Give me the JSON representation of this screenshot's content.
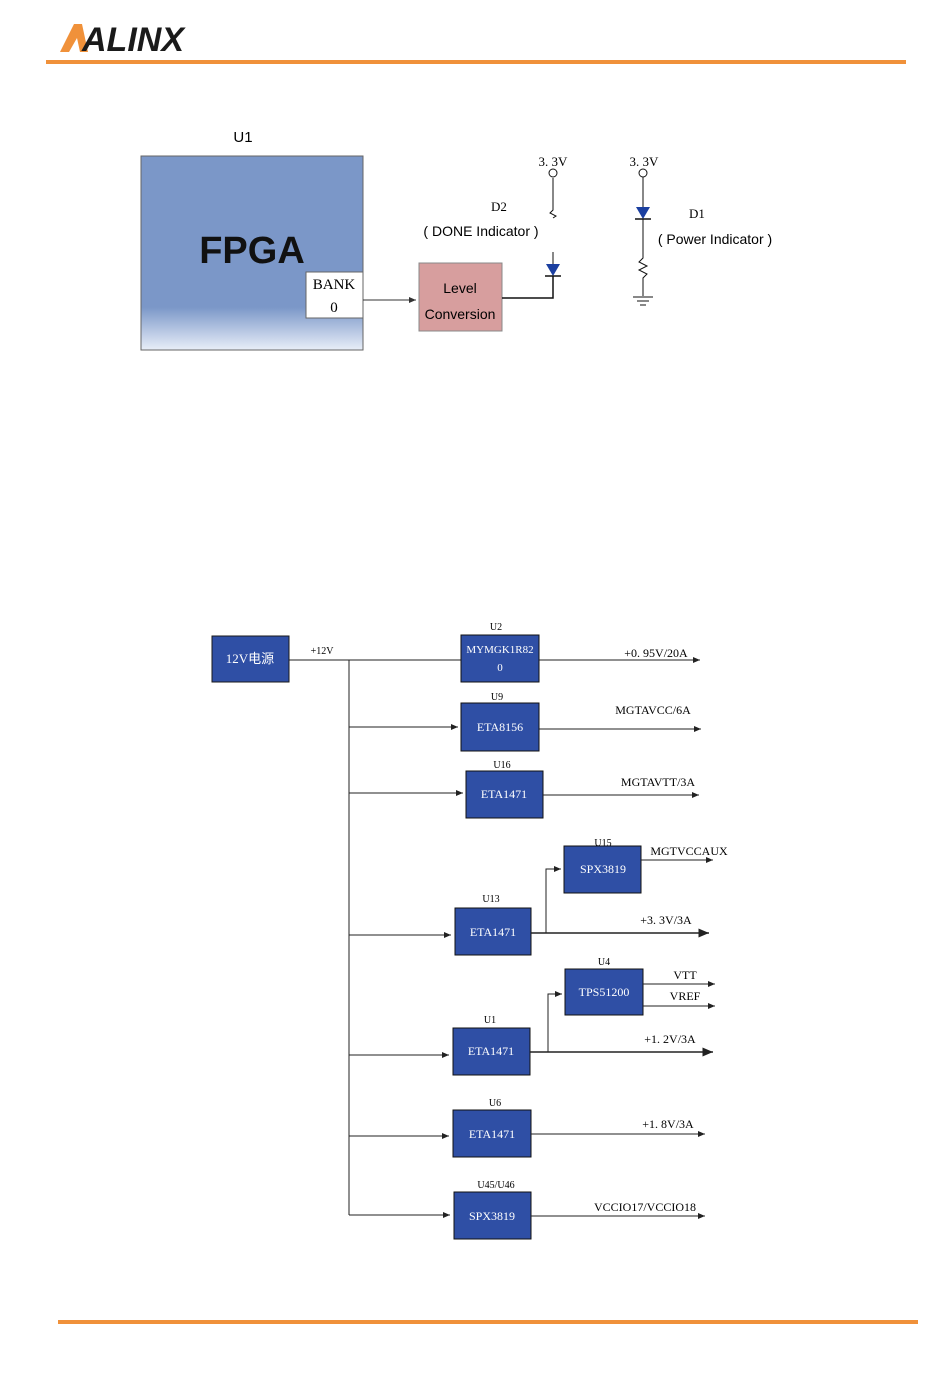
{
  "header": {
    "logo_text": "ALINX",
    "accent_color": "#f0913a"
  },
  "led_diagram": {
    "u1_label": "U1",
    "fpga_label": "FPGA",
    "bank_line1": "BANK",
    "bank_line2": "0",
    "level_line1": "Level",
    "level_line2": "Conversion",
    "d2_label": "D2",
    "d2_note": "( DONE Indicator )",
    "d2_supply": "3. 3V",
    "d1_label": "D1",
    "d1_note": "( Power Indicator )",
    "d1_supply": "3. 3V",
    "colors": {
      "fpga": "#7b97c8",
      "level": "#d79e9e",
      "diode": "#1b3fa0"
    }
  },
  "power_diagram": {
    "source_label": "12V电源",
    "bus_label": "+12V",
    "box_color": "#2f4fa5",
    "regulators": [
      {
        "ref": "U2",
        "line1": "MYMGK1R82",
        "line2": "0",
        "output": "+0. 95V/20A"
      },
      {
        "ref": "U9",
        "line1": "ETA8156",
        "output": "MGTAVCC/6A"
      },
      {
        "ref": "U16",
        "line1": "ETA1471",
        "output": "MGTAVTT/3A"
      },
      {
        "ref": "U13",
        "line1": "ETA1471",
        "output": "+3. 3V/3A"
      },
      {
        "ref": "U15",
        "line1": "SPX3819",
        "output": "MGTVCCAUX"
      },
      {
        "ref": "U4",
        "line1": "TPS51200",
        "outputs": [
          "VTT",
          "VREF"
        ]
      },
      {
        "ref": "U1",
        "line1": "ETA1471",
        "output": "+1. 2V/3A"
      },
      {
        "ref": "U6",
        "line1": "ETA1471",
        "output": "+1. 8V/3A"
      },
      {
        "ref": "U45/U46",
        "line1": "SPX3819",
        "output": "VCCIO17/VCCIO18"
      }
    ]
  }
}
